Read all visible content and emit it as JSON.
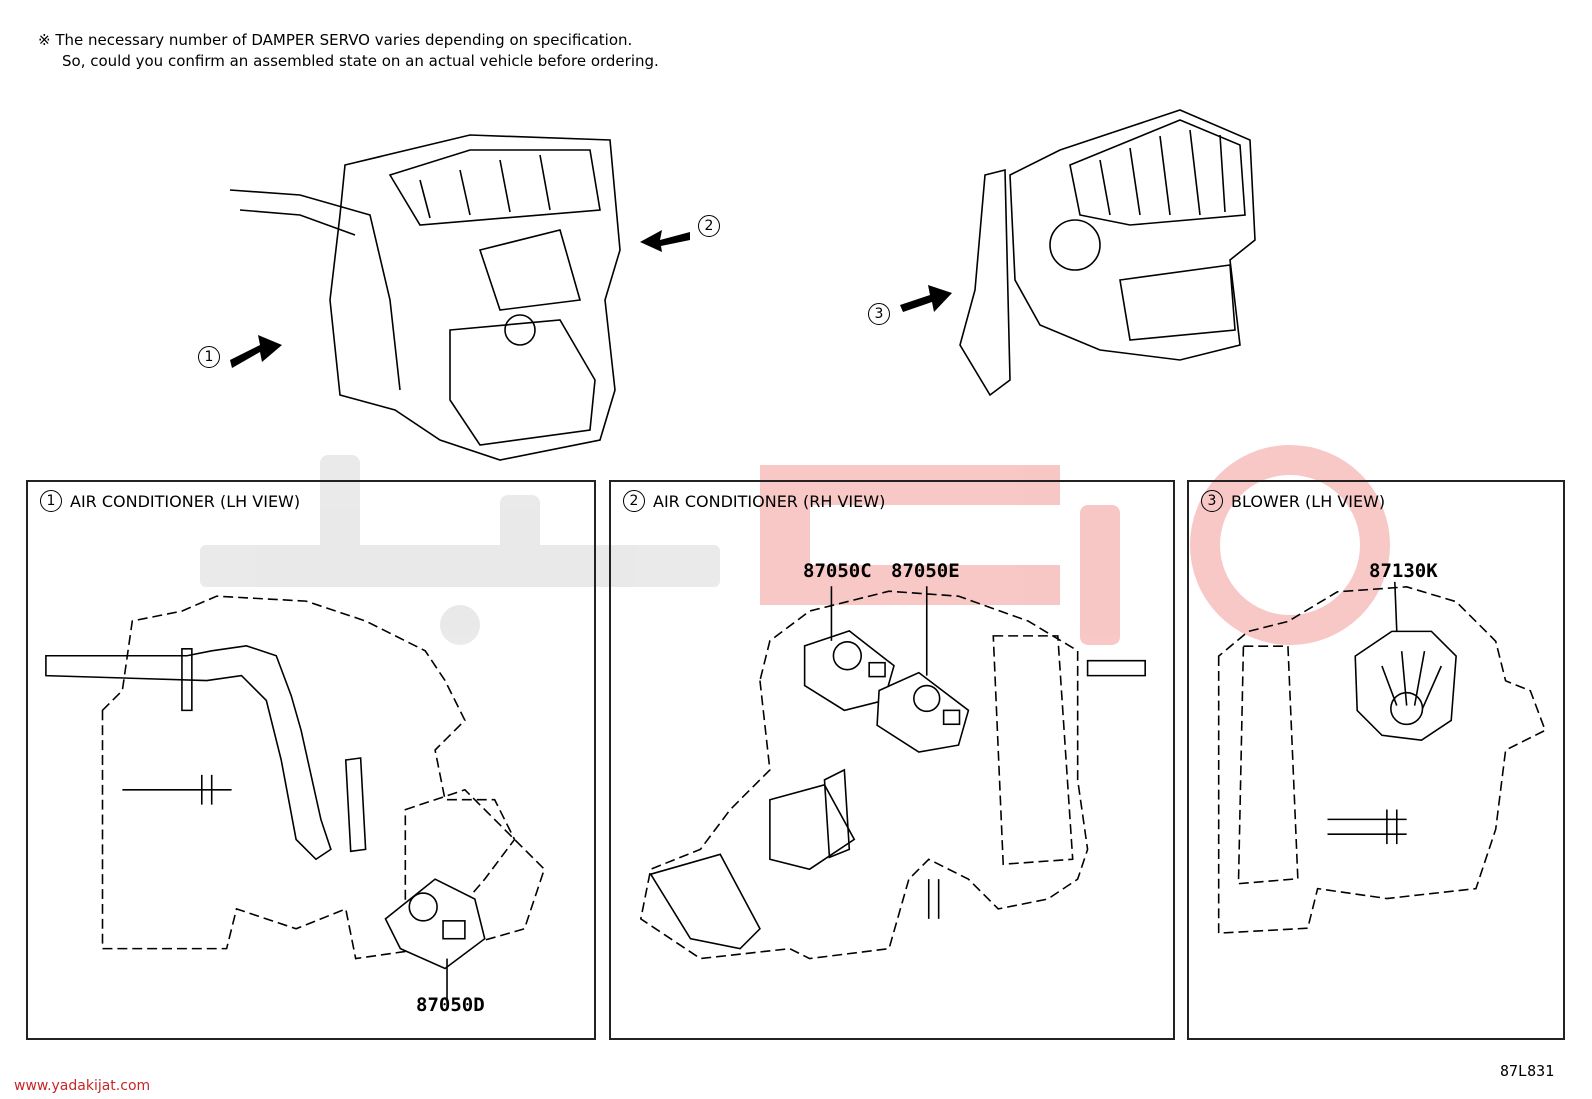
{
  "note": {
    "line1": "※ The necessary number of DAMPER SERVO varies depending on specification.",
    "line2": "So, could you confirm an assembled state on an actual vehicle before ordering."
  },
  "callouts": [
    {
      "num": "1"
    },
    {
      "num": "2"
    },
    {
      "num": "3"
    }
  ],
  "panels": [
    {
      "num": "1",
      "title": "AIR CONDITIONER (LH VIEW)",
      "parts": [
        "87050D"
      ]
    },
    {
      "num": "2",
      "title": "AIR CONDITIONER (RH VIEW)",
      "parts": [
        "87050C",
        "87050E"
      ]
    },
    {
      "num": "3",
      "title": "BLOWER (LH VIEW)",
      "parts": [
        "87130K"
      ]
    }
  ],
  "footer": {
    "site": "www.yadakijat.com",
    "code": "87L831"
  },
  "colors": {
    "watermark_red": "#e53935",
    "watermark_gray": "#bdbdbd"
  }
}
